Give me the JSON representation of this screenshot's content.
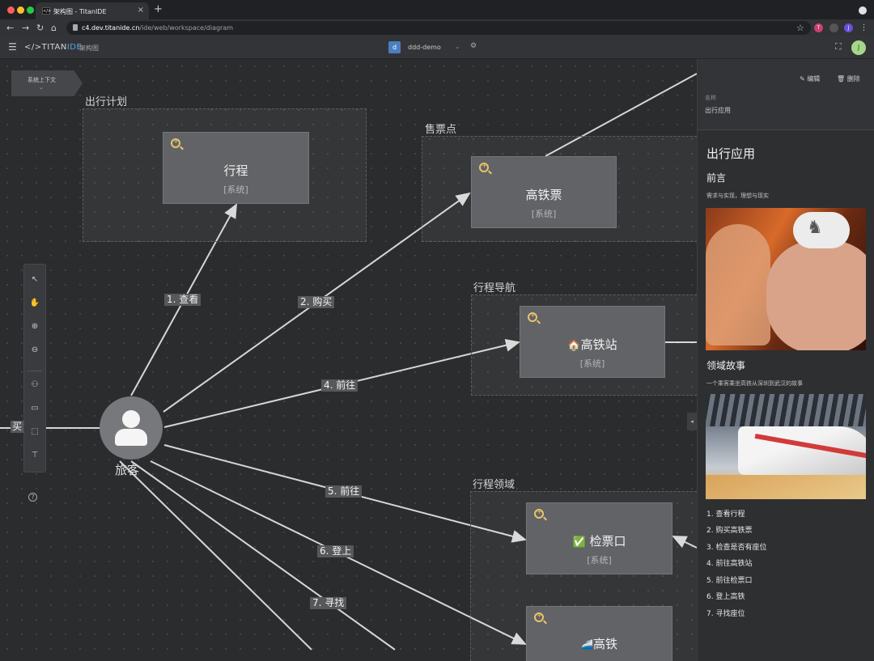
{
  "browser": {
    "tab_title": "架构图 - TitanIDE",
    "tab_favicon": "</>",
    "url_host": "c4.dev.titanide.cn",
    "url_path": "/ide/web/workspace/diagram",
    "extensions": [
      "T",
      "J"
    ]
  },
  "app": {
    "logo_brand": "TITAN",
    "logo_suffix": "IDE",
    "breadcrumb": "架构图",
    "workspace_badge": "d",
    "workspace_name": "ddd-demo",
    "user_initial": "J"
  },
  "canvas": {
    "context_tag": "系统上下文",
    "context_caret": "⌄",
    "boundaries": [
      {
        "title": "出行计划"
      },
      {
        "title": "售票点"
      },
      {
        "title": "行程导航"
      },
      {
        "title": "行程领域"
      }
    ],
    "nodes": [
      {
        "name": "行程",
        "kind": "[系统]",
        "icon": ""
      },
      {
        "name": "高铁票",
        "kind": "[系统]",
        "icon": ""
      },
      {
        "name": "高铁站",
        "kind": "[系统]",
        "icon": "🏠"
      },
      {
        "name": "检票口",
        "kind": "[系统]",
        "icon": "✅"
      },
      {
        "name": "高铁",
        "kind": "",
        "icon": "🚄"
      }
    ],
    "edges": [
      {
        "label": "1. 查看"
      },
      {
        "label": "2. 购买"
      },
      {
        "label": "4. 前往"
      },
      {
        "label": "5. 前往"
      },
      {
        "label": "6. 登上"
      },
      {
        "label": "7. 寻找"
      }
    ],
    "person_label": "旅客",
    "cut_label": "买"
  },
  "panel": {
    "edit_label": "编辑",
    "delete_label": "删除",
    "name_label": "名称",
    "name_value": "出行应用",
    "doc_title": "出行应用",
    "section1_title": "前言",
    "section1_text": "需求与实现，理想与现实",
    "section2_title": "领域故事",
    "section2_text": "一个乘客乘坐高铁从深圳到武汉的故事",
    "story_steps": [
      "1. 查看行程",
      "2. 购买高铁票",
      "3. 检查是否有座位",
      "4. 前往高铁站",
      "5. 前往检票口",
      "6. 登上高铁",
      "7. 寻找座位"
    ]
  },
  "colors": {
    "canvas_bg": "#2b2c2e",
    "node_fill": "#626366",
    "zoom_icon": "#e9c56a",
    "accent": "#5aa9e6",
    "avatar_bg": "#a5d68a"
  }
}
